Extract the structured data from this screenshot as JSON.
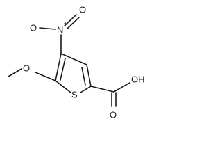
{
  "molecule": {
    "atoms": {
      "nitro_o_top": "O",
      "nitro_o_left": "O",
      "nitro_o_left_charge": "-",
      "nitro_n": "N",
      "nitro_n_charge": "+",
      "methoxy_o": "O",
      "ring_s": "S",
      "acid_oh": "OH",
      "acid_o": "O"
    }
  }
}
